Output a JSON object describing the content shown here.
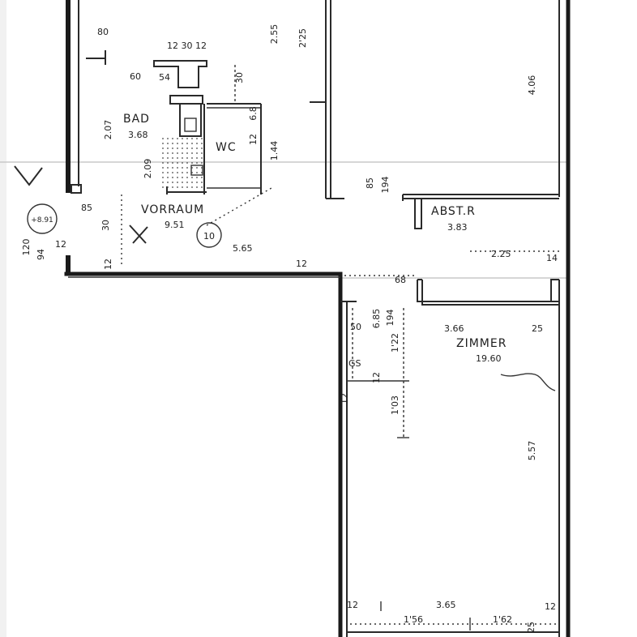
{
  "rooms": {
    "bad": {
      "name": "BAD",
      "area": "3.68"
    },
    "wc": {
      "name": "WC"
    },
    "vorraum": {
      "name": "VORRAUM",
      "area": "9.51",
      "number": "10"
    },
    "abstr": {
      "name": "ABST.R",
      "area": "3.83"
    },
    "zimmer": {
      "name": "ZIMMER",
      "area": "19.60"
    },
    "gs": {
      "name": "GS"
    }
  },
  "level_marker": "+8.91",
  "dimensions": [
    "80",
    "12 30 12",
    "2.55",
    "2'25",
    "4.06",
    "2.07",
    "1.44",
    "2.09",
    "85",
    "194",
    "5.65",
    "2.25",
    "14",
    "12",
    "12",
    "68",
    "3.66",
    "25",
    "50",
    "1'22",
    "1'03",
    "5.57",
    "3.65",
    "1'56",
    "1'62",
    "12",
    "12",
    "25",
    "120",
    "94",
    "85",
    "12",
    "6.8",
    "12",
    "30",
    "54",
    "6.85",
    "194",
    "12",
    "12",
    "30",
    "60"
  ]
}
